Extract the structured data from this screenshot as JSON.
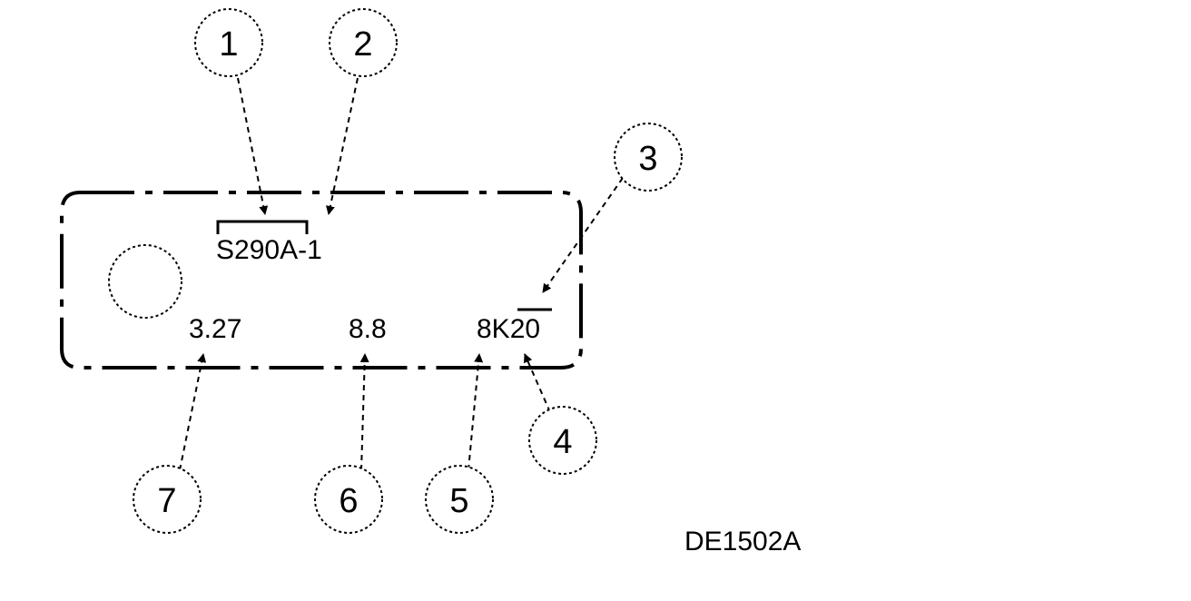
{
  "callouts": [
    {
      "num": "1"
    },
    {
      "num": "2"
    },
    {
      "num": "3"
    },
    {
      "num": "4"
    },
    {
      "num": "5"
    },
    {
      "num": "6"
    },
    {
      "num": "7"
    }
  ],
  "plate": {
    "part_code": "S290A-1",
    "ratio": "3.27",
    "ring_gear": "8.8",
    "capacity_code": "8K20"
  },
  "figure_id": "DE1502A"
}
